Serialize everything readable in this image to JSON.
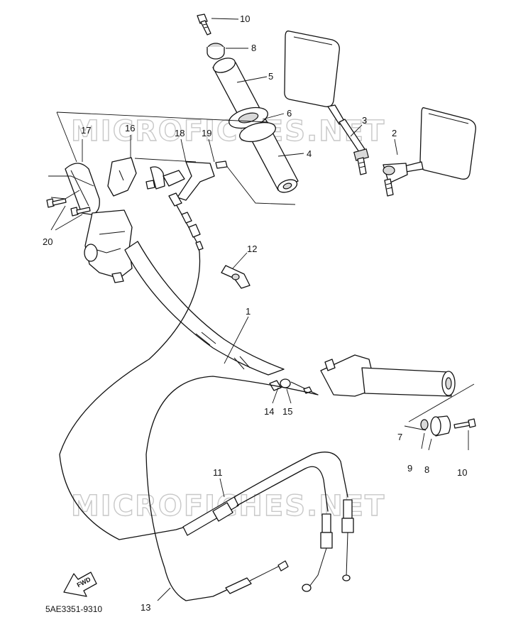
{
  "watermark": "MICROFICHES.NET",
  "diagram_code": "5AE3351-9310",
  "fwd_label": "FWD",
  "callouts": [
    {
      "id": "c10a",
      "label": "10"
    },
    {
      "id": "c8a",
      "label": "8"
    },
    {
      "id": "c5",
      "label": "5"
    },
    {
      "id": "c6",
      "label": "6"
    },
    {
      "id": "c4",
      "label": "4"
    },
    {
      "id": "c3",
      "label": "3"
    },
    {
      "id": "c2",
      "label": "2"
    },
    {
      "id": "c17",
      "label": "17"
    },
    {
      "id": "c16",
      "label": "16"
    },
    {
      "id": "c18",
      "label": "18"
    },
    {
      "id": "c19",
      "label": "19"
    },
    {
      "id": "c20",
      "label": "20"
    },
    {
      "id": "c12",
      "label": "12"
    },
    {
      "id": "c1",
      "label": "1"
    },
    {
      "id": "c14",
      "label": "14"
    },
    {
      "id": "c15",
      "label": "15"
    },
    {
      "id": "c7",
      "label": "7"
    },
    {
      "id": "c9",
      "label": "9"
    },
    {
      "id": "c8b",
      "label": "8"
    },
    {
      "id": "c10b",
      "label": "10"
    },
    {
      "id": "c11",
      "label": "11"
    },
    {
      "id": "c13",
      "label": "13"
    }
  ]
}
